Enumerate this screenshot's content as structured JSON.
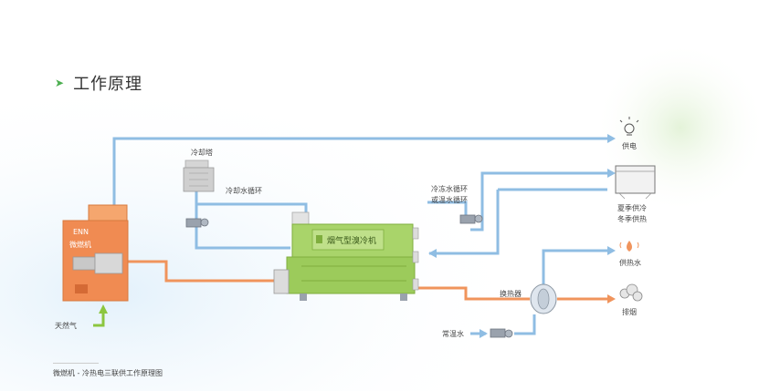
{
  "title": "工作原理",
  "caption": "微燃机 - 冷热电三联供工作原理图",
  "labels": {
    "cooling_tower": "冷却塔",
    "cooling_water_loop": "冷却水循环",
    "chilled_water_loop_1": "冷冻水循环",
    "chilled_water_loop_2": "或温水循环",
    "absorption_chiller": "烟气型溴冷机",
    "microturbine_brand": "ENN",
    "microturbine_name": "微燃机",
    "natural_gas": "天然气",
    "heat_exchanger": "换热器",
    "normal_water": "常温水",
    "power_supply": "供电",
    "summer_cooling": "夏季供冷",
    "winter_heating": "冬季供热",
    "hot_water_supply": "供热水",
    "exhaust": "排烟"
  },
  "colors": {
    "accent": "#4caf50",
    "blue_pipe": "#8fbde3",
    "orange_pipe": "#f0945c",
    "chiller_green": "#a9d46a",
    "turbine_orange": "#f08b52",
    "green_arrow": "#8cc63f"
  },
  "icons": [
    "arrow-icon",
    "lightbulb-icon",
    "radiator-icon",
    "hot-water-icon",
    "smoke-icon",
    "pump-icon"
  ]
}
